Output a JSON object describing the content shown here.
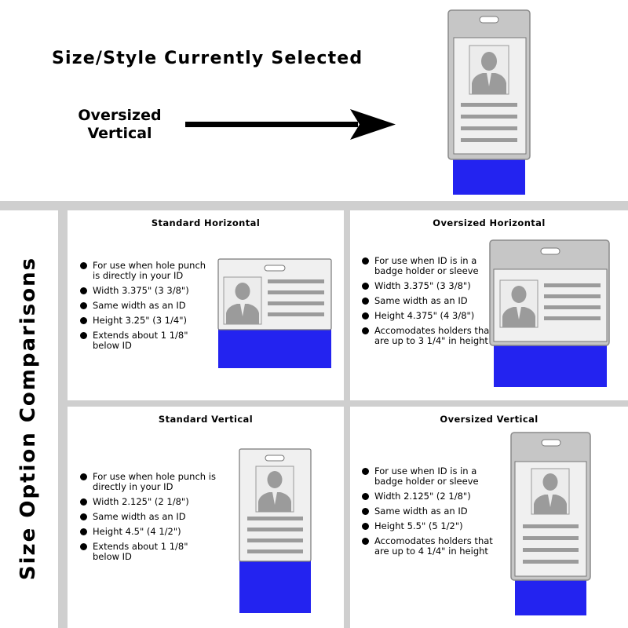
{
  "header": {
    "title": "Size/Style Currently Selected",
    "selected_line1": "Oversized",
    "selected_line2": "Vertical"
  },
  "side_title": "Size Option Comparisons",
  "colors": {
    "strap_blue": "#2323f0",
    "divider_gray": "#cfcfcf",
    "sleeve_gray": "#c6c6c6",
    "silhouette_gray": "#9b9b9b"
  },
  "panels": [
    {
      "title": "Standard Horizontal",
      "bullets": [
        "For use when hole punch is directly in your ID",
        "Width 3.375\" (3 3/8\")",
        "Same width as an ID",
        "Height 3.25\" (3 1/4\")",
        "Extends about 1 1/8\" below ID"
      ]
    },
    {
      "title": "Oversized Horizontal",
      "bullets": [
        "For use when ID is in a badge holder or sleeve",
        "Width 3.375\" (3 3/8\")",
        "Same width as an ID",
        "Height 4.375\" (4 3/8\")",
        "Accomodates holders that are up to 3 1/4\" in height"
      ]
    },
    {
      "title": "Standard Vertical",
      "bullets": [
        "For use when hole punch is directly in your ID",
        "Width 2.125\" (2 1/8\")",
        "Same width as an ID",
        "Height 4.5\" (4 1/2\")",
        "Extends about 1 1/8\" below ID"
      ]
    },
    {
      "title": "Oversized Vertical",
      "bullets": [
        "For use when ID is in a badge holder or sleeve",
        "Width 2.125\" (2 1/8\")",
        "Same width as an ID",
        "Height 5.5\" (5 1/2\")",
        "Accomodates holders that are up to 4 1/4\" in height"
      ]
    }
  ]
}
